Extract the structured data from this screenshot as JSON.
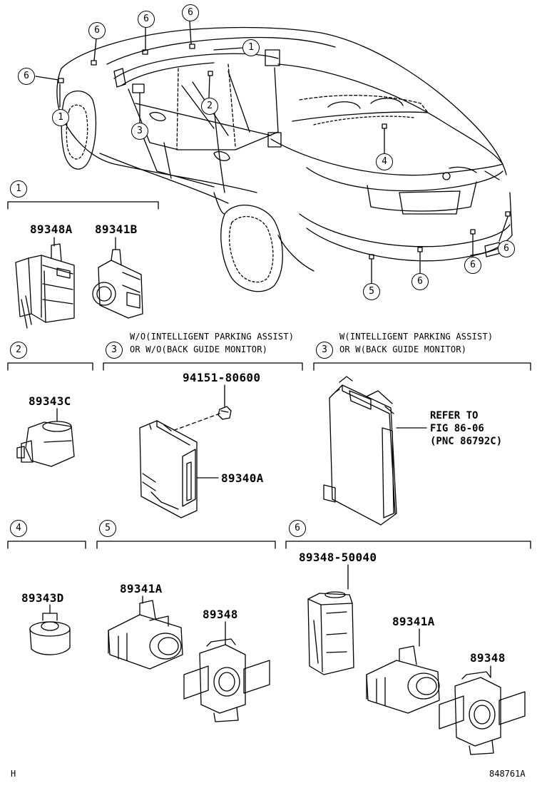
{
  "callouts": {
    "c1a": "1",
    "c1b": "1",
    "c2": "2",
    "c3": "3",
    "c4": "4",
    "c5": "5",
    "c6a": "6",
    "c6b": "6",
    "c6c": "6",
    "c6d": "6",
    "c6e": "6",
    "c6f": "6",
    "c6g": "6"
  },
  "sections": {
    "s1": {
      "number": "1",
      "parts": [
        "89348A",
        "89341B"
      ]
    },
    "s2": {
      "number": "2",
      "parts": [
        "89343C"
      ]
    },
    "s3a": {
      "number": "3",
      "condition": [
        "W/O(INTELLIGENT PARKING ASSIST)",
        "OR W/O(BACK GUIDE MONITOR)"
      ],
      "parts": [
        "94151-80600",
        "89340A"
      ]
    },
    "s3b": {
      "number": "3",
      "condition": [
        "W(INTELLIGENT PARKING ASSIST)",
        "OR W(BACK GUIDE MONITOR)"
      ],
      "refer": "REFER TO\nFIG 86-06\n(PNC 86792C)"
    },
    "s4": {
      "number": "4",
      "parts": [
        "89343D"
      ]
    },
    "s5": {
      "number": "5",
      "parts": [
        "89341A",
        "89348"
      ]
    },
    "s6": {
      "number": "6",
      "parts": [
        "89348-50040",
        "89341A",
        "89348"
      ]
    }
  },
  "footer": {
    "left": "H",
    "right": "848761A"
  }
}
